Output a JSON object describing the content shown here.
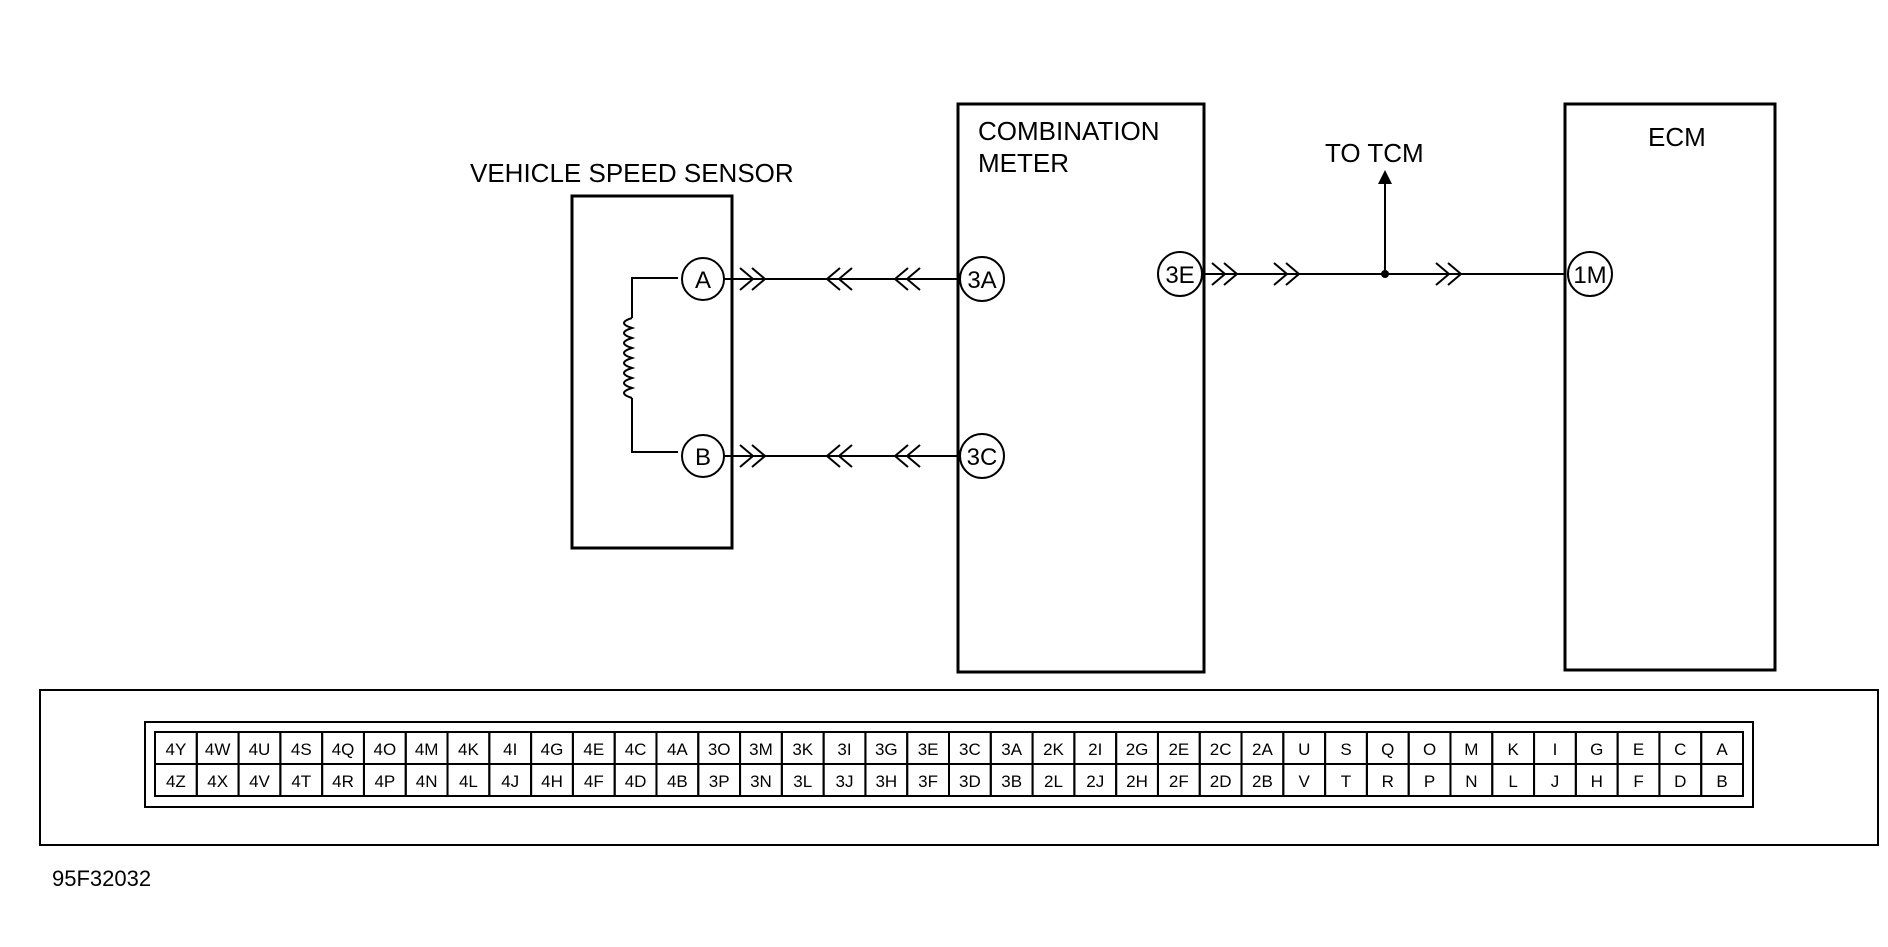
{
  "diagram": {
    "components": {
      "vss": {
        "label": "VEHICLE SPEED SENSOR",
        "pins": [
          "A",
          "B"
        ]
      },
      "meter": {
        "label_line1": "COMBINATION",
        "label_line2": "METER",
        "pins": [
          "3A",
          "3C",
          "3E"
        ]
      },
      "ecm": {
        "label": "ECM",
        "pins": [
          "1M"
        ]
      }
    },
    "branch_label": "TO TCM",
    "figure_code": "95F32032"
  },
  "connector": {
    "top_row": [
      "4Y",
      "4W",
      "4U",
      "4S",
      "4Q",
      "4O",
      "4M",
      "4K",
      "4I",
      "4G",
      "4E",
      "4C",
      "4A",
      "3O",
      "3M",
      "3K",
      "3I",
      "3G",
      "3E",
      "3C",
      "3A",
      "2K",
      "2I",
      "2G",
      "2E",
      "2C",
      "2A",
      "U",
      "S",
      "Q",
      "O",
      "M",
      "K",
      "I",
      "G",
      "E",
      "C",
      "A"
    ],
    "bottom_row": [
      "4Z",
      "4X",
      "4V",
      "4T",
      "4R",
      "4P",
      "4N",
      "4L",
      "4J",
      "4H",
      "4F",
      "4D",
      "4B",
      "3P",
      "3N",
      "3L",
      "3J",
      "3H",
      "3F",
      "3D",
      "3B",
      "2L",
      "2J",
      "2H",
      "2F",
      "2D",
      "2B",
      "V",
      "T",
      "R",
      "P",
      "N",
      "L",
      "J",
      "H",
      "F",
      "D",
      "B"
    ]
  }
}
